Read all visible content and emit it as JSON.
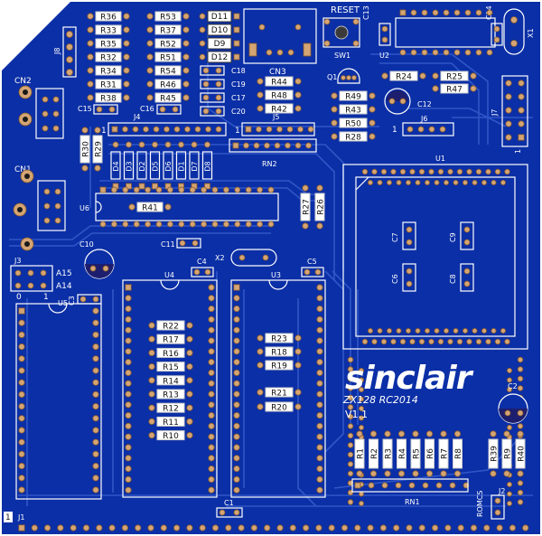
{
  "board": {
    "title": "ZX128 RC2014",
    "version": "V1.1",
    "logo": "sinclair",
    "colors": {
      "substrate": "#0b2fa6",
      "trace": "#2f57c7",
      "silk": "#ffffff",
      "pad": "#d4a574"
    }
  },
  "labels": {
    "reset": "RESET",
    "sw1": "SW1",
    "cn3": "CN3",
    "cn2": "CN2",
    "cn1": "CN1",
    "u1": "U1",
    "u2": "U2",
    "u3": "U3",
    "u4": "U4",
    "u5": "U5",
    "u6": "U6",
    "j1": "J1",
    "j2": "J2",
    "j3": "J3",
    "j4": "J4",
    "j5": "J5",
    "j6": "J6",
    "j7": "J7",
    "j8": "J8",
    "x1": "X1",
    "x2": "X2",
    "q1": "Q1",
    "rn1": "RN1",
    "rn2": "RN2",
    "romcs": "ROMCS",
    "a15": "A15",
    "a14": "A14",
    "c1": "C1",
    "c2": "C2",
    "c3": "C3",
    "c4": "C4",
    "c5": "C5",
    "c6": "C6",
    "c7": "C7",
    "c8": "C8",
    "c9": "C9",
    "c10": "C10",
    "c11": "C11",
    "c12": "C12",
    "c13": "C13",
    "c14": "C14",
    "c15": "C15",
    "c16": "C16",
    "c17": "C17",
    "c18": "C18",
    "c19": "C19",
    "c20": "C20",
    "pin1": "1",
    "zero": "0",
    "one": "1"
  },
  "resistors_left": [
    "R36",
    "R33",
    "R35",
    "R32",
    "R34",
    "R31",
    "R38"
  ],
  "resistors_mid": [
    "R53",
    "R37",
    "R52",
    "R51",
    "R54",
    "R46",
    "R45"
  ],
  "diodes_top": [
    "D11",
    "D10",
    "D9",
    "D12"
  ],
  "resistors_cn3": [
    "R44",
    "R48",
    "R42"
  ],
  "resistors_q1": [
    "R24",
    "R25",
    "R47",
    "R49",
    "R43",
    "R50",
    "R28"
  ],
  "diodes_row": [
    "D4",
    "D3",
    "D2",
    "D5",
    "D6",
    "D1",
    "D7",
    "D8"
  ],
  "r_misc": [
    "R30",
    "R29",
    "R41",
    "R27",
    "R26"
  ],
  "resistors_u4": [
    "R22",
    "R17",
    "R16",
    "R15",
    "R14",
    "R13",
    "R12",
    "R11",
    "R10"
  ],
  "resistors_u3": [
    "R23",
    "R18",
    "R19",
    "R21",
    "R20"
  ],
  "resistors_bottom": [
    "R1",
    "R2",
    "R3",
    "R4",
    "R5",
    "R6",
    "R7",
    "R8"
  ],
  "resistors_br": [
    "R39",
    "R9",
    "R40"
  ]
}
